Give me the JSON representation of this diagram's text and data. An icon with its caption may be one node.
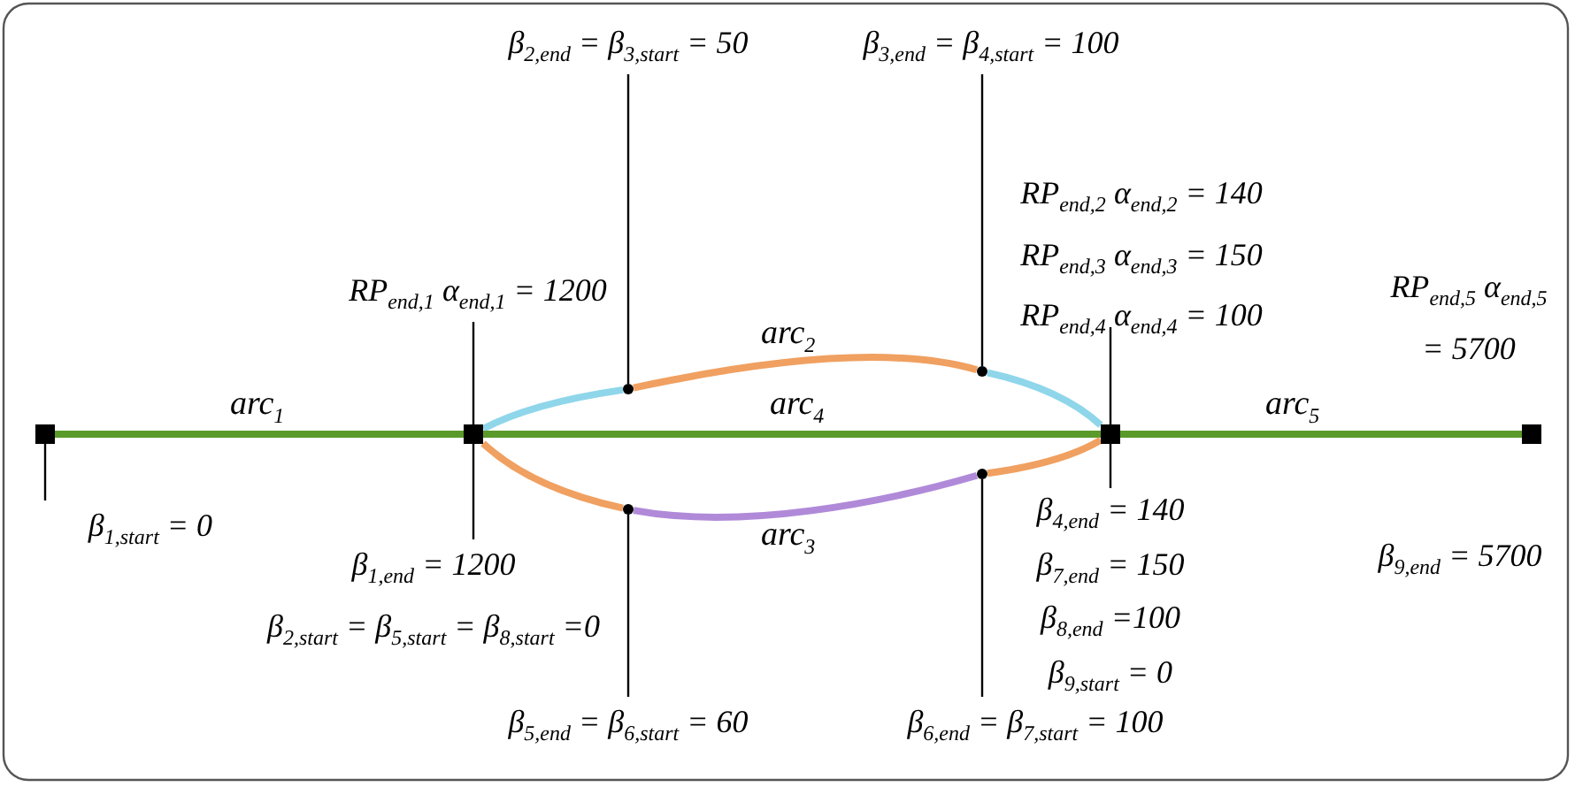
{
  "diagram": {
    "nodes": [
      {
        "text": [
          "β$_{2,end}$ = β$_{3,start}$ = 50"
        ]
      },
      {
        "text": [
          "β$_{3,end}$ = β$_{4,start}$ = 100"
        ]
      },
      {
        "text": [
          "RP$_{end,2}$ α$_{end,2}$ = 140",
          "RP$_{end,3}$ α$_{end,3}$ = 150",
          "RP$_{end,4}$ α$_{end,4}$ = 100"
        ]
      },
      {
        "text": [
          "RP$_{end,1}$ α$_{end,1}$ = 1200"
        ]
      },
      {
        "text": [],
        "shape": "box"
      },
      {
        "text": [],
        "shape": "box"
      },
      {
        "text": [],
        "shape": "circle"
      },
      {
        "text": [],
        "shape": "circle"
      },
      {
        "text": [],
        "shape": "box"
      },
      {
        "text": [],
        "shape": "box",
        "beside": [
          "RP$_{end,5}$ α$_{end,5}$ = 5700",
          "β$_{9,end}$ = 5700"
        ]
      },
      {
        "text": [],
        "shape": "circle"
      },
      {
        "text": [],
        "shape": "circle"
      },
      {
        "text": [
          "β$_{1,start}$ = 0"
        ]
      },
      {
        "text": [
          "β$_{1,end}$ = 1200",
          "β$_{2,start}$ = β$_{5,start}$ = β$_{8,start}$ =0"
        ]
      },
      {
        "text": [
          "β$_{4,end}$ = 140",
          "β$_{7,end}$ = 150",
          "β$_{8,end}$ =100",
          "β$_{9,start}$ = 0"
        ]
      },
      {
        "text": [
          "β$_{5,end}$ = β$_{6,start}$ = 60"
        ]
      },
      {
        "text": [
          "β$_{6,end}$ = β$_{7,start}$ = 100"
        ]
      }
    ],
    "edges": [
      {
        "from": 4,
        "to": 5,
        "arrow": "none",
        "label": "arc$_{1}$",
        "style": "thick",
        "color": "#5a9a2a"
      },
      {
        "from": 5,
        "to": 6,
        "arrow": "none",
        "style": "thick",
        "color": "#8fd6ea"
      },
      {
        "from": 6,
        "to": 7,
        "arrow": "none",
        "label": "arc$_{2}$",
        "style": "thick",
        "color": "#f0a060"
      },
      {
        "from": 7,
        "to": 8,
        "arrow": "none",
        "style": "thick",
        "color": "#8fd6ea"
      },
      {
        "from": 5,
        "to": 8,
        "arrow": "none",
        "label": "arc$_{4}$",
        "style": "thick",
        "color": "#5a9a2a"
      },
      {
        "from": 5,
        "to": 10,
        "arrow": "none",
        "style": "thick",
        "color": "#f0a060"
      },
      {
        "from": 10,
        "to": 11,
        "arrow": "none",
        "label": "arc$_{3}$",
        "style": "thick",
        "color": "#b08ad8"
      },
      {
        "from": 11,
        "to": 8,
        "arrow": "none",
        "style": "thick",
        "color": "#f0a060"
      },
      {
        "from": 8,
        "to": 9,
        "arrow": "none",
        "label": "arc$_{5}$",
        "style": "thick",
        "color": "#5a9a2a"
      },
      {
        "from": 0,
        "to": 6,
        "arrow": "none"
      },
      {
        "from": 1,
        "to": 7,
        "arrow": "none"
      },
      {
        "from": 2,
        "to": 8,
        "arrow": "none"
      },
      {
        "from": 3,
        "to": 5,
        "arrow": "none"
      },
      {
        "from": 12,
        "to": 4,
        "arrow": "none"
      },
      {
        "from": 13,
        "to": 5,
        "arrow": "none"
      },
      {
        "from": 14,
        "to": 8,
        "arrow": "none"
      },
      {
        "from": 15,
        "to": 10,
        "arrow": "none"
      },
      {
        "from": 16,
        "to": 11,
        "arrow": "none"
      }
    ]
  }
}
